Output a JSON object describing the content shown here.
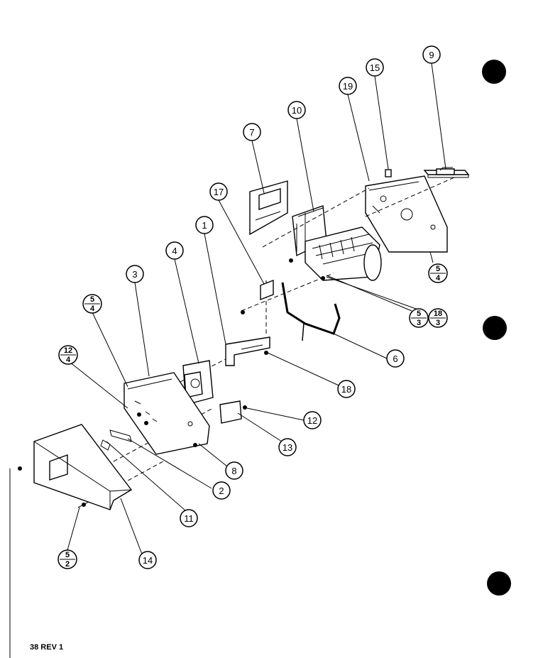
{
  "page": {
    "id": "38 REV 1"
  },
  "callouts": [
    {
      "id": "c9",
      "label": "9"
    },
    {
      "id": "c15",
      "label": "15"
    },
    {
      "id": "c19",
      "label": "19"
    },
    {
      "id": "c10",
      "label": "10"
    },
    {
      "id": "c7",
      "label": "7"
    },
    {
      "id": "c17",
      "label": "17"
    },
    {
      "id": "c1",
      "label": "1"
    },
    {
      "id": "c4",
      "label": "4"
    },
    {
      "id": "c3",
      "label": "3"
    },
    {
      "id": "c6",
      "label": "6"
    },
    {
      "id": "c18",
      "label": "18"
    },
    {
      "id": "c12",
      "label": "12"
    },
    {
      "id": "c13",
      "label": "13"
    },
    {
      "id": "c8",
      "label": "8"
    },
    {
      "id": "c2",
      "label": "2"
    },
    {
      "id": "c11",
      "label": "11"
    },
    {
      "id": "c14",
      "label": "14"
    }
  ],
  "fraction_callouts": [
    {
      "id": "f54a",
      "top": "5",
      "bottom": "4"
    },
    {
      "id": "f53",
      "top": "5",
      "bottom": "3"
    },
    {
      "id": "f183",
      "top": "18",
      "bottom": "3"
    },
    {
      "id": "f54b",
      "top": "5",
      "bottom": "4"
    },
    {
      "id": "f124",
      "top": "12",
      "bottom": "4"
    },
    {
      "id": "f52",
      "top": "5",
      "bottom": "2"
    }
  ],
  "colors": {
    "ink": "#000000",
    "paper": "#ffffff"
  }
}
